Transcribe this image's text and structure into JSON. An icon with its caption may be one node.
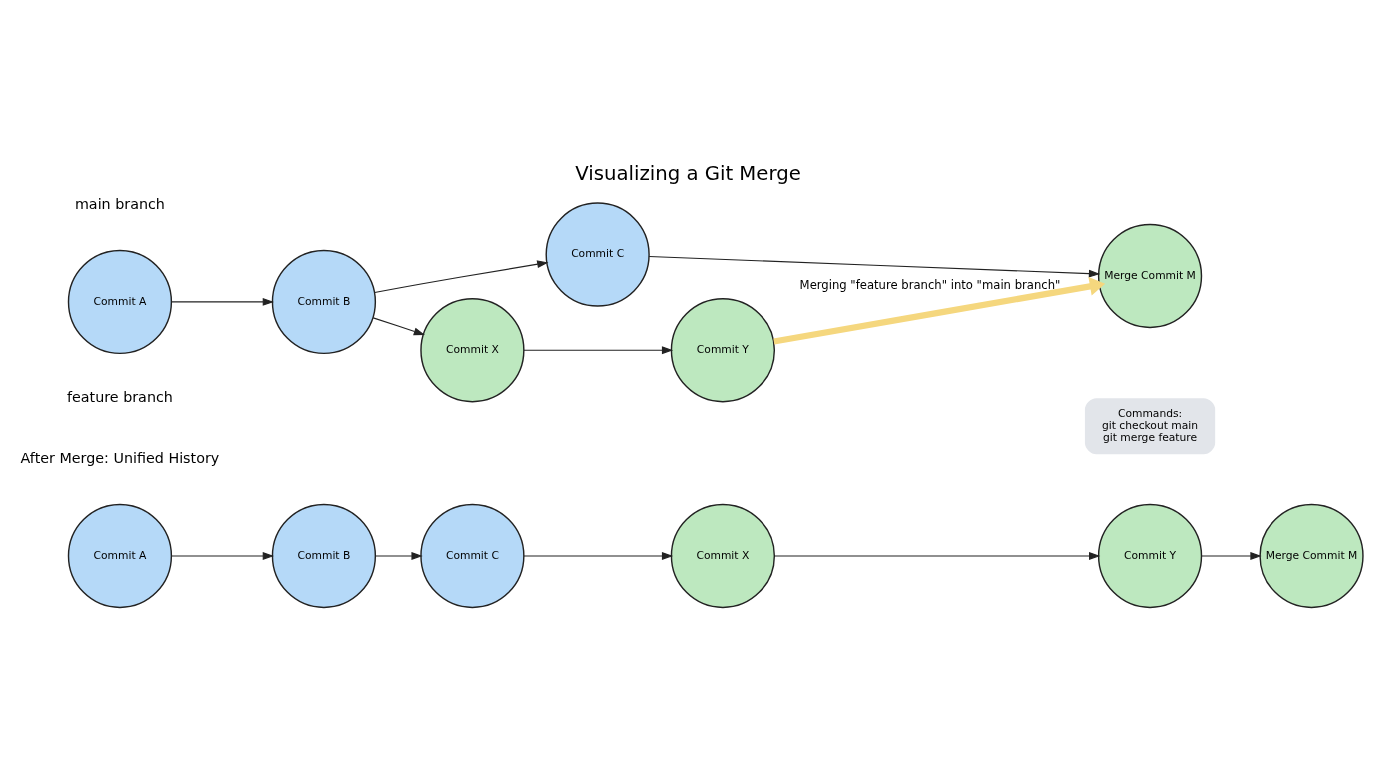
{
  "diagram": {
    "title": "Visualizing a Git Merge",
    "nodes": [
      {
        "text": [
          "Commit A"
        ]
      },
      {
        "text": [
          "Commit B"
        ]
      },
      {
        "text": [
          "Commit C"
        ]
      },
      {
        "text": [
          "Merge Commit M"
        ]
      },
      {
        "text": [
          "Commit X"
        ]
      },
      {
        "text": [
          "Commit Y"
        ]
      },
      {
        "text": [
          "Commands:",
          "git checkout main",
          "git merge feature"
        ]
      },
      {
        "text": [
          "Commit A"
        ]
      },
      {
        "text": [
          "Commit B"
        ]
      },
      {
        "text": [
          "Commit C"
        ]
      },
      {
        "text": [
          "Commit X"
        ]
      },
      {
        "text": [
          "Commit Y"
        ]
      },
      {
        "text": [
          "Merge Commit M"
        ]
      }
    ],
    "edges": [
      {
        "from": 0,
        "to": 1,
        "arrow": "to"
      },
      {
        "from": 1,
        "to": 2,
        "arrow": "to"
      },
      {
        "from": 2,
        "to": 3,
        "arrow": "to"
      },
      {
        "from": 1,
        "to": 4,
        "arrow": "to"
      },
      {
        "from": 4,
        "to": 5,
        "arrow": "to"
      },
      {
        "from": 5,
        "to": 3,
        "arrow": "to",
        "label": "Merging \"feature branch\" into \"main branch\"",
        "style": "thick",
        "color": "#f5d77e"
      },
      {
        "from": 7,
        "to": 8,
        "arrow": "to"
      },
      {
        "from": 8,
        "to": 9,
        "arrow": "to"
      },
      {
        "from": 9,
        "to": 10,
        "arrow": "to"
      },
      {
        "from": 10,
        "to": 11,
        "arrow": "to"
      },
      {
        "from": 11,
        "to": 12,
        "arrow": "to"
      }
    ],
    "labels": [
      "main branch",
      "feature branch",
      "After Merge: Unified History"
    ]
  }
}
